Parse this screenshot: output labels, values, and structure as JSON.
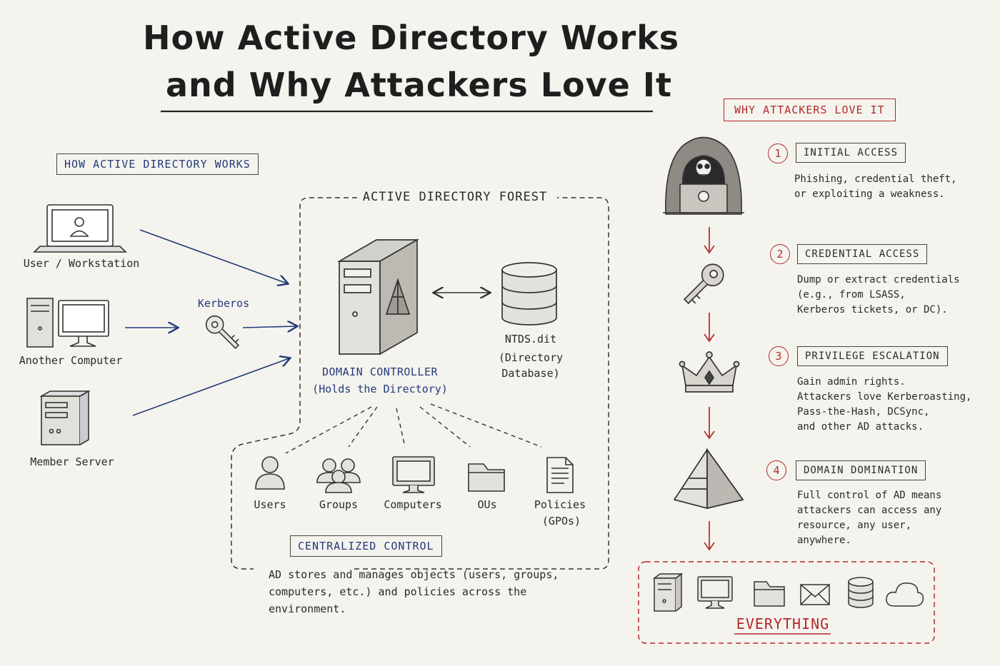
{
  "title": {
    "line1": "How Active Directory Works",
    "line2": "and Why Attackers Love It"
  },
  "left": {
    "section_label": "HOW ACTIVE DIRECTORY WORKS",
    "clients": [
      "User / Workstation",
      "Another Computer",
      "Member Server"
    ],
    "kerberos_label": "Kerberos",
    "forest_label": "ACTIVE DIRECTORY FOREST",
    "dc_label": "DOMAIN CONTROLLER",
    "dc_sub": "(Holds the Directory)",
    "ntds": [
      "NTDS.dit",
      "(Directory",
      "Database)"
    ],
    "objects": [
      {
        "label": "Users",
        "icon": "user-icon"
      },
      {
        "label": "Groups",
        "icon": "group-icon"
      },
      {
        "label": "Computers",
        "icon": "computer-icon"
      },
      {
        "label": "OUs",
        "icon": "folder-icon"
      },
      {
        "label": "Policies",
        "sub": "(GPOs)",
        "icon": "document-icon"
      }
    ],
    "centralized_label": "CENTRALIZED CONTROL",
    "centralized_desc": [
      "AD stores and manages objects (users, groups,",
      "computers, etc.) and policies across the",
      "environment."
    ]
  },
  "right": {
    "section_label": "WHY ATTACKERS LOVE IT",
    "steps": [
      {
        "num": "1",
        "label": "INITIAL ACCESS",
        "icon": "hacker-icon",
        "desc": [
          "Phishing, credential theft,",
          "or exploiting a weakness."
        ]
      },
      {
        "num": "2",
        "label": "CREDENTIAL ACCESS",
        "icon": "key-icon",
        "desc": [
          "Dump or extract credentials",
          "(e.g., from LSASS,",
          "Kerberos tickets, or DC)."
        ]
      },
      {
        "num": "3",
        "label": "PRIVILEGE ESCALATION",
        "icon": "crown-icon",
        "desc": [
          "Gain admin rights.",
          "Attackers love Kerberoasting,",
          "Pass-the-Hash, DCSync,",
          "and other AD attacks."
        ]
      },
      {
        "num": "4",
        "label": "DOMAIN DOMINATION",
        "icon": "pyramid-icon",
        "desc": [
          "Full control of AD means",
          "attackers can access any",
          "resource, any user,",
          "anywhere."
        ]
      }
    ],
    "everything_label": "EVERYTHING",
    "everything_icons": [
      "server-icon",
      "monitor-icon",
      "folder-icon",
      "mail-icon",
      "database-icon",
      "cloud-icon"
    ]
  },
  "colors": {
    "blue": "#233a7a",
    "red": "#b02a2a",
    "ink": "#2a2a2a",
    "paper": "#f5f3ee"
  }
}
